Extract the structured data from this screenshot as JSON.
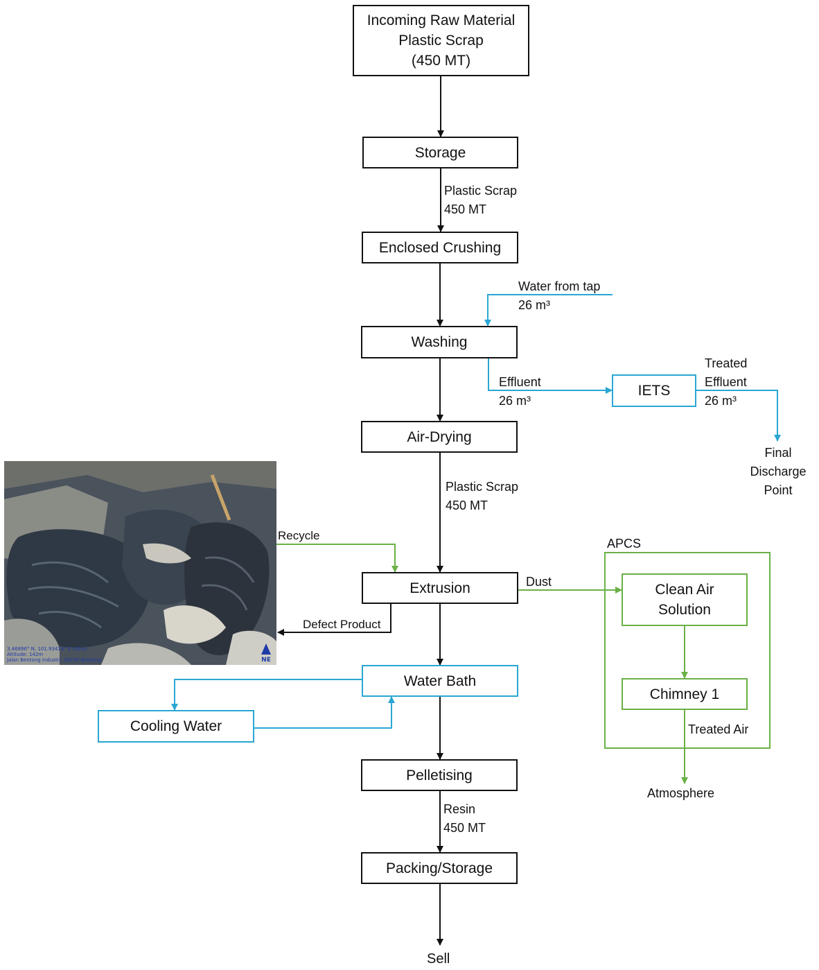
{
  "colors": {
    "main_flow": "#111111",
    "water_flow": "#29a6d3",
    "air_flow": "#6ab046"
  },
  "nodes": {
    "raw_material": [
      "Incoming Raw Material",
      "Plastic Scrap",
      "(450 MT)"
    ],
    "storage": "Storage",
    "crushing": "Enclosed Crushing",
    "washing": "Washing",
    "air_drying": "Air-Drying",
    "extrusion": "Extrusion",
    "water_bath": "Water Bath",
    "cooling_water": "Cooling Water",
    "pelletising": "Pelletising",
    "packing": "Packing/Storage",
    "iets": "IETS",
    "clean_air": [
      "Clean Air",
      "Solution"
    ],
    "chimney": "Chimney 1",
    "apcs": "APCS"
  },
  "labels": {
    "storage_out": [
      "Plastic Scrap",
      "450 MT"
    ],
    "tap_water": [
      "Water from tap",
      "26 m³"
    ],
    "effluent": [
      "Effluent",
      "26 m³"
    ],
    "treated_effluent": [
      "Treated",
      "Effluent",
      "26 m³"
    ],
    "final_discharge": [
      "Final",
      "Discharge",
      "Point"
    ],
    "drying_out": [
      "Plastic Scrap",
      "450 MT"
    ],
    "recycle": "Recycle",
    "dust": "Dust",
    "defect": "Defect Product",
    "treated_air": "Treated Air",
    "atmosphere": "Atmosphere",
    "resin": [
      "Resin",
      "450 MT"
    ],
    "sell": "Sell"
  },
  "photo_caption": [
    "3.46896° N, 101.93414° E (42m)",
    "Altitude: 142m",
    "Jalan Bentong Industri, 28700 Bentong"
  ],
  "compass_label": "NE"
}
